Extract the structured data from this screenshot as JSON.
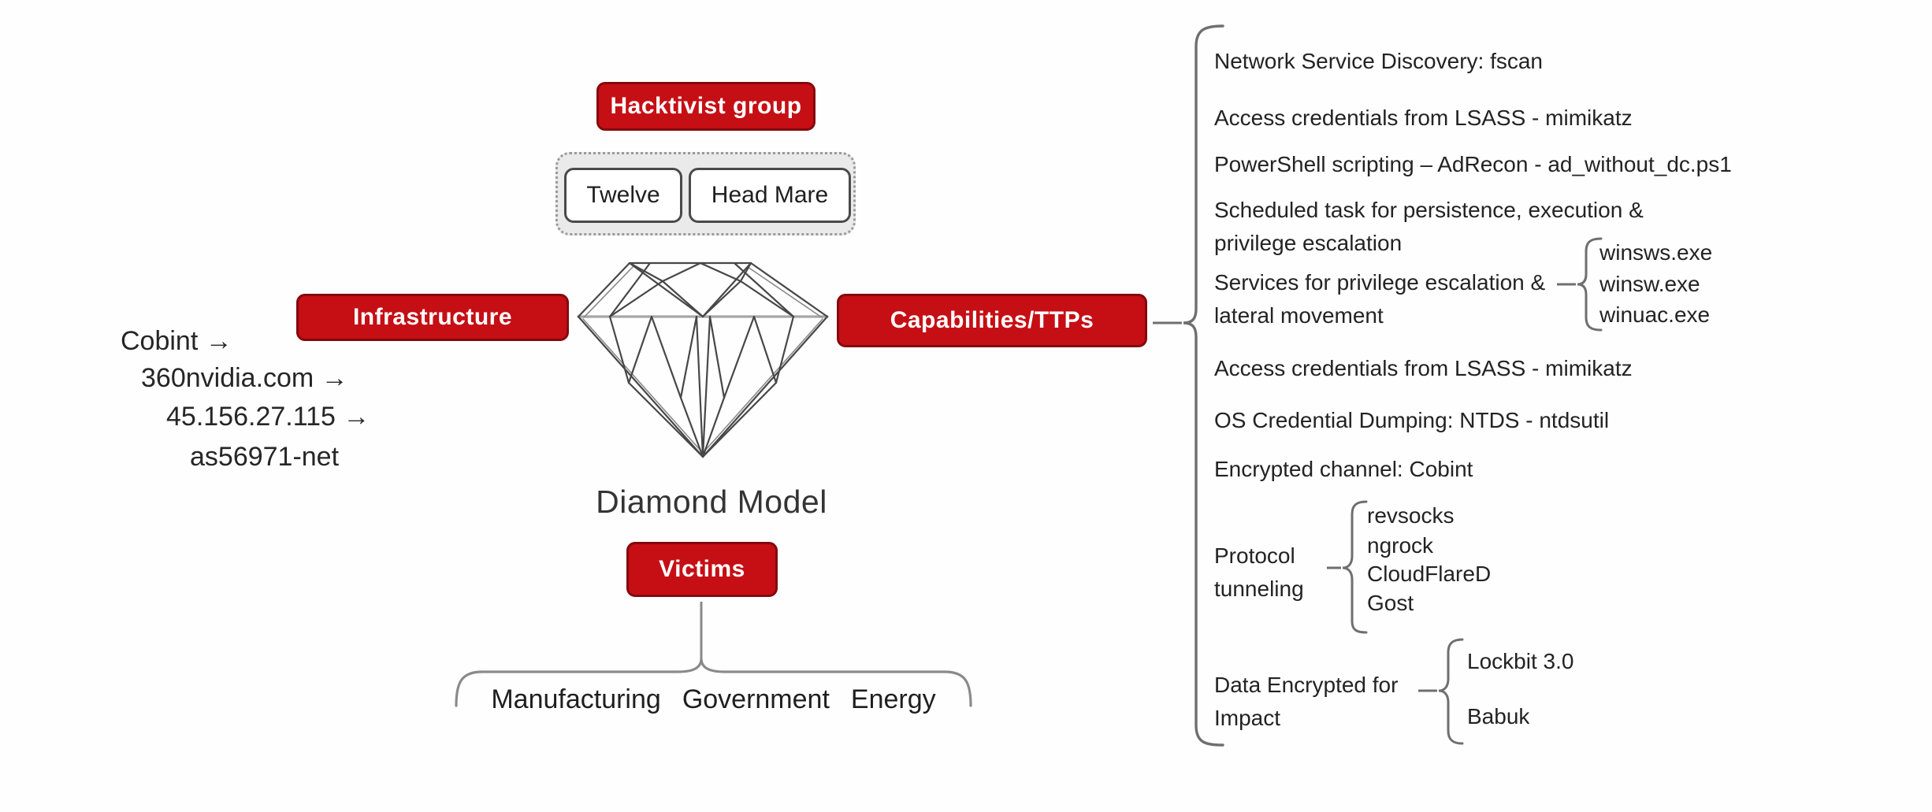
{
  "diagram": {
    "title": "Diamond Model",
    "type": "threat-intelligence diamond model"
  },
  "colors": {
    "node_fill": "#c50f15",
    "node_border": "#84090d",
    "node_text": "#ffffff",
    "line_gray": "#6f6f6f",
    "text_dark": "#232323"
  },
  "adversary": {
    "label": "Hacktivist group",
    "groups": [
      {
        "name": "Twelve"
      },
      {
        "name": "Head Mare"
      }
    ]
  },
  "infrastructure": {
    "label": "Infrastructure",
    "chain": [
      "Cobint →",
      "360nvidia.com →",
      "45.156.27.115 →",
      "as56971-net"
    ]
  },
  "capabilities": {
    "label": "Capabilities/TTPs",
    "items": [
      {
        "text": "Network Service Discovery: fscan"
      },
      {
        "text": "Access credentials from LSASS - mimikatz"
      },
      {
        "text": "PowerShell scripting – AdRecon - ad_without_dc.ps1"
      },
      {
        "text": "Scheduled task for persistence, execution &\nprivilege escalation"
      },
      {
        "text": "Services for privilege escalation &\nlateral movement",
        "tools": [
          "winsws.exe",
          "winsw.exe",
          "winuac.exe"
        ]
      },
      {
        "text": "Access credentials from LSASS - mimikatz"
      },
      {
        "text": "OS Credential Dumping: NTDS - ntdsutil"
      },
      {
        "text": "Encrypted channel: Cobint"
      },
      {
        "text": "Protocol\ntunneling",
        "tools": [
          "revsocks",
          "ngrock",
          "CloudFlareD",
          "Gost"
        ]
      },
      {
        "text": "Data Encrypted for\nImpact",
        "tools": [
          "Lockbit 3.0",
          "Babuk"
        ]
      }
    ]
  },
  "victims": {
    "label": "Victims",
    "sectors": [
      "Manufacturing",
      "Government",
      "Energy"
    ]
  }
}
